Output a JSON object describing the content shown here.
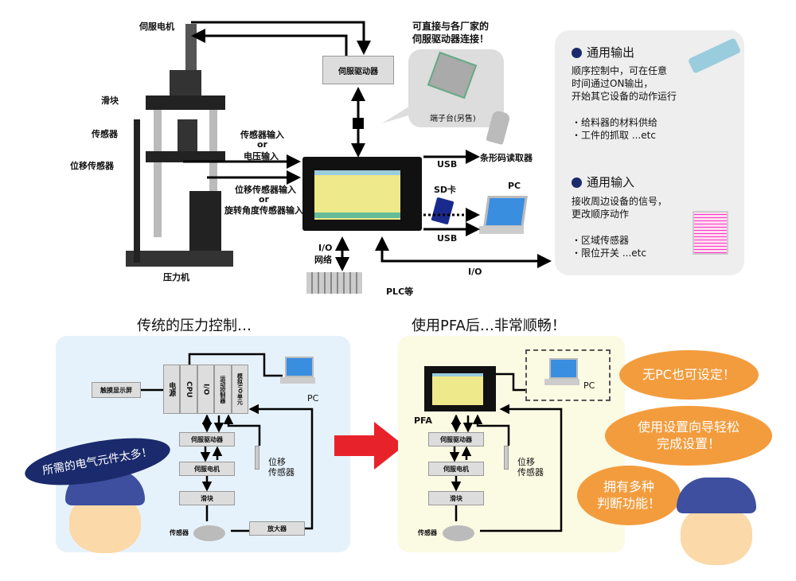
{
  "top": {
    "press": {
      "servo_motor": "伺服电机",
      "slider": "滑块",
      "sensor": "传感器",
      "displacement_sensor": "位移传感器",
      "press_label": "压力机"
    },
    "servo_driver": "伺服驱动器",
    "callout": {
      "line1": "可直接与各厂家的",
      "line2": "伺服驱动器连接！",
      "terminal": "端子台(另售)"
    },
    "inputs": {
      "sensor_in": "传感器输入",
      "or1": "or",
      "voltage_in": "电压输入",
      "disp_in": "位移传感器输入",
      "or2": "or",
      "rot_in": "旋转角度传感器输入"
    },
    "usb1": "USB",
    "barcode": "条形码读取器",
    "sd": "SD卡",
    "pc": "PC",
    "usb2": "USB",
    "io_net1": "I/O",
    "io_net2": "网络",
    "plc": "PLC等",
    "io": "I/O",
    "output": {
      "title": "通用输出",
      "desc1": "顺序控制中，可在任意",
      "desc2": "时间通过ON输出，",
      "desc3": "开始其它设备的动作运行",
      "item1": "・给料器的材料供给",
      "item2": "・工件的抓取 ...etc"
    },
    "input": {
      "title": "通用输入",
      "desc1": "接收周边设备的信号，",
      "desc2": "更改顺序动作",
      "item1": "・区域传感器",
      "item2": "・限位开关 ...etc"
    }
  },
  "left": {
    "heading": "传统的压力控制…",
    "touch": "触摸显示屏",
    "modules": [
      "电源",
      "CPU",
      "I/O",
      "运动控制器",
      "模拟I/O单元"
    ],
    "pc": "PC",
    "driver": "伺服驱动器",
    "motor": "伺服电机",
    "slider": "滑块",
    "disp1": "位移",
    "disp2": "传感器",
    "sensor": "传感器",
    "amp": "放大器",
    "bubble": "所需的电气元件太多！"
  },
  "right": {
    "heading": "使用PFA后…非常顺畅！",
    "pfa": "PFA",
    "pc": "PC",
    "driver": "伺服驱动器",
    "motor": "伺服电机",
    "slider": "滑块",
    "disp1": "位移",
    "disp2": "传感器",
    "sensor": "传感器",
    "b1": "无PC也可设定！",
    "b2a": "使用设置向导轻松",
    "b2b": "完成设置！",
    "b3a": "拥有多种",
    "b3b": "判断功能！"
  },
  "colors": {
    "accent_arrow": "#e8222a",
    "bubble": "#f39c3d",
    "navy": "#1a2a6c",
    "left_panel": "#e6f2fb",
    "right_panel": "#fbfae3"
  }
}
